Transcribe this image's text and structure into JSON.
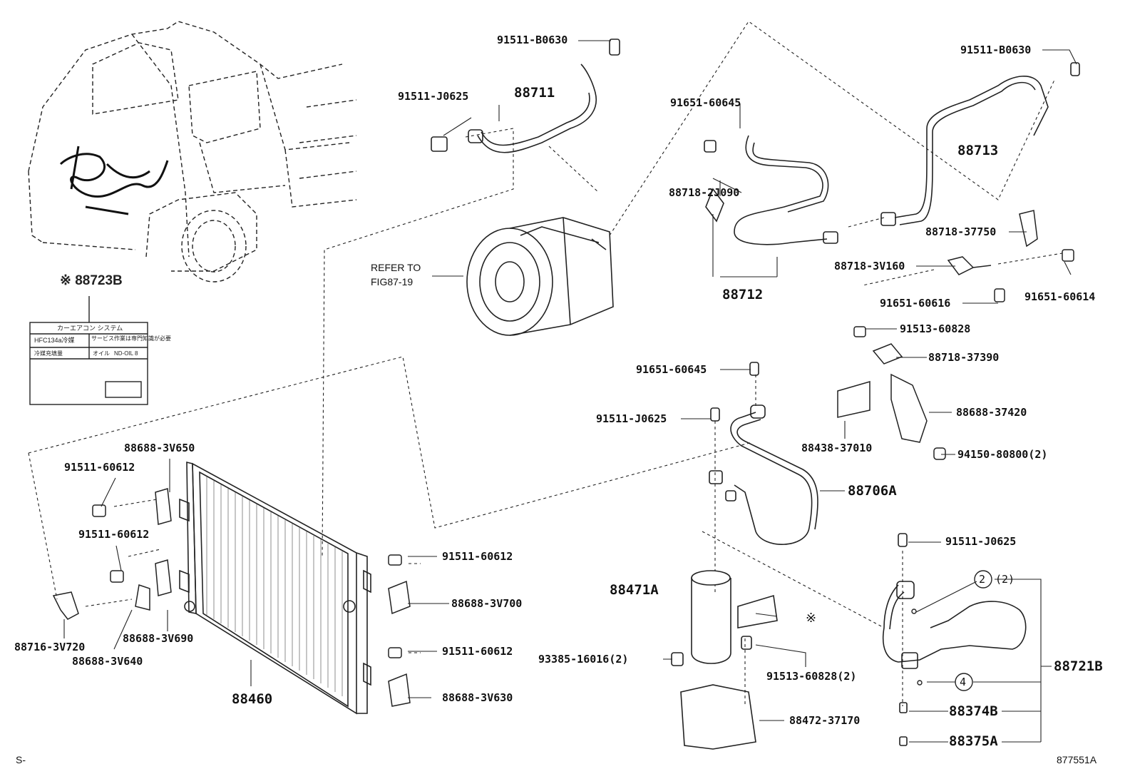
{
  "figure_id": "877551A",
  "corner_mark": "S-",
  "reference": {
    "line1": "REFER TO",
    "line2": "FIG87-19"
  },
  "label_sheet": {
    "part": "※ 88723B",
    "header": "カーエアコン システム",
    "refrigerant": "HFC134a冷媒",
    "warning": "サービス作業は専門知識が必要",
    "fill": "冷媒充填量",
    "oil": "オイル",
    "oil_type": "ND-OIL 8"
  },
  "note_mark": "※",
  "callouts": [
    {
      "id": "2",
      "qty": "(2)"
    },
    {
      "id": "4"
    }
  ],
  "parts": {
    "p88711": "88711",
    "p91511_J0625_a": "91511-J0625",
    "p91511_B0630_a": "91511-B0630",
    "p91651_60645_a": "91651-60645",
    "p88718_2J090": "88718-2J090",
    "p88712": "88712",
    "p91511_B0630_b": "91511-B0630",
    "p88713": "88713",
    "p88718_37750": "88718-37750",
    "p88718_3V160": "88718-3V160",
    "p91651_60614": "91651-60614",
    "p91651_60616": "91651-60616",
    "p91513_60828_a": "91513-60828",
    "p88718_37390": "88718-37390",
    "p91651_60645_b": "91651-60645",
    "p91511_J0625_b": "91511-J0625",
    "p88688_37420": "88688-37420",
    "p88438_37010": "88438-37010",
    "p94150_80800": "94150-80800(2)",
    "p88706A": "88706A",
    "p88688_3V650": "88688-3V650",
    "p91511_60612_a": "91511-60612",
    "p91511_60612_b": "91511-60612",
    "p91511_60612_c": "91511-60612",
    "p91511_60612_d": "91511-60612",
    "p88688_3V700": "88688-3V700",
    "p88688_3V690": "88688-3V690",
    "p88716_3V720": "88716-3V720",
    "p88688_3V640": "88688-3V640",
    "p88688_3V630": "88688-3V630",
    "p88460": "88460",
    "p88471A": "88471A",
    "p93385_16016": "93385-16016(2)",
    "p91513_60828_b": "91513-60828(2)",
    "p88472_37170": "88472-37170",
    "p91511_J0625_c": "91511-J0625",
    "p88721B": "88721B",
    "p88374B": "88374B",
    "p88375A": "88375A"
  }
}
